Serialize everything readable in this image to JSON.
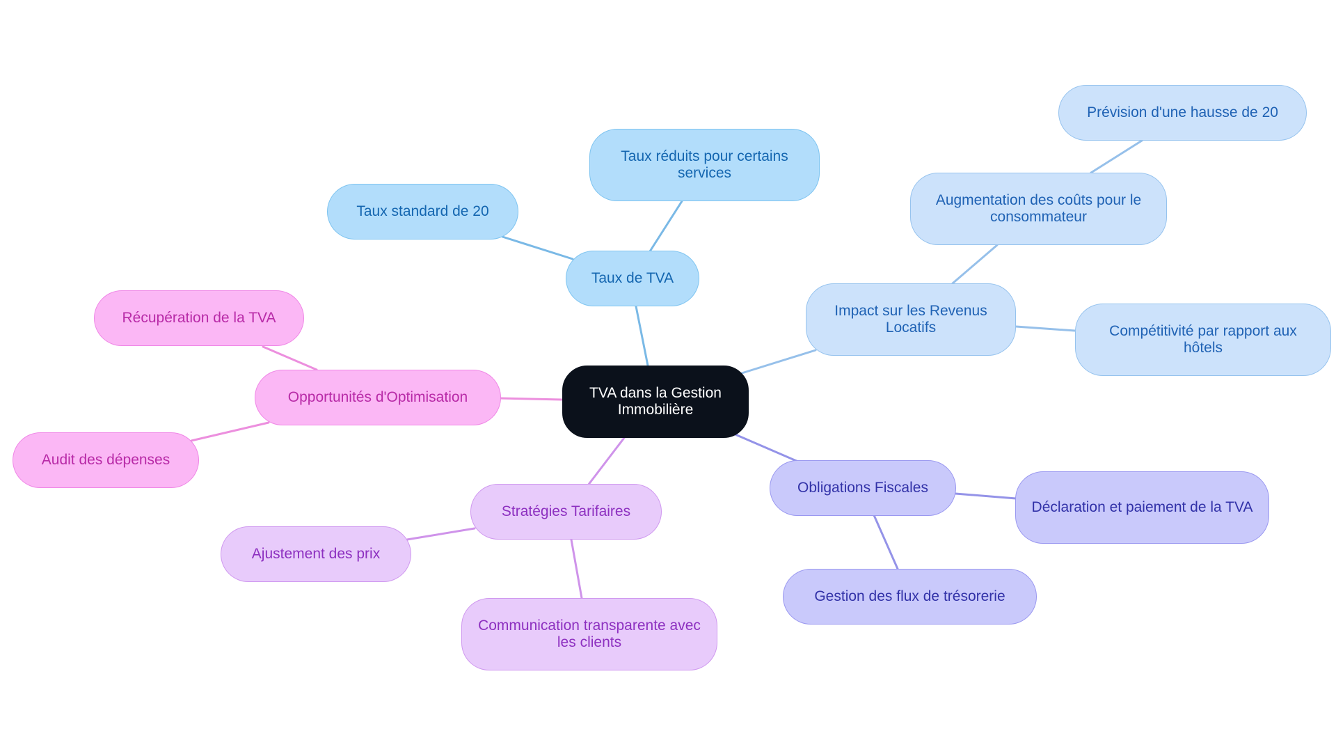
{
  "diagram": {
    "root": {
      "label": "TVA dans la Gestion Immobilière"
    },
    "branches": [
      {
        "label": "Taux de TVA",
        "color": "#7ab9e6",
        "children": [
          {
            "label": "Taux standard de 20"
          },
          {
            "label": "Taux réduits pour certains services"
          }
        ]
      },
      {
        "label": "Impact sur les Revenus Locatifs",
        "color": "#96c0ea",
        "children": [
          {
            "label": "Augmentation des coûts pour le consommateur"
          },
          {
            "label": "Prévision d'une hausse de 20"
          },
          {
            "label": "Compétitivité par rapport aux hôtels"
          }
        ]
      },
      {
        "label": "Obligations Fiscales",
        "color": "#9493e8",
        "children": [
          {
            "label": "Déclaration et paiement de la TVA"
          },
          {
            "label": "Gestion des flux de trésorerie"
          }
        ]
      },
      {
        "label": "Stratégies Tarifaires",
        "color": "#cf93ea",
        "children": [
          {
            "label": "Ajustement des prix"
          },
          {
            "label": "Communication transparente avec les clients"
          }
        ]
      },
      {
        "label": "Opportunités d'Optimisation",
        "color": "#ec8fde",
        "children": [
          {
            "label": "Récupération de la TVA"
          },
          {
            "label": "Audit des dépenses"
          }
        ]
      }
    ]
  }
}
